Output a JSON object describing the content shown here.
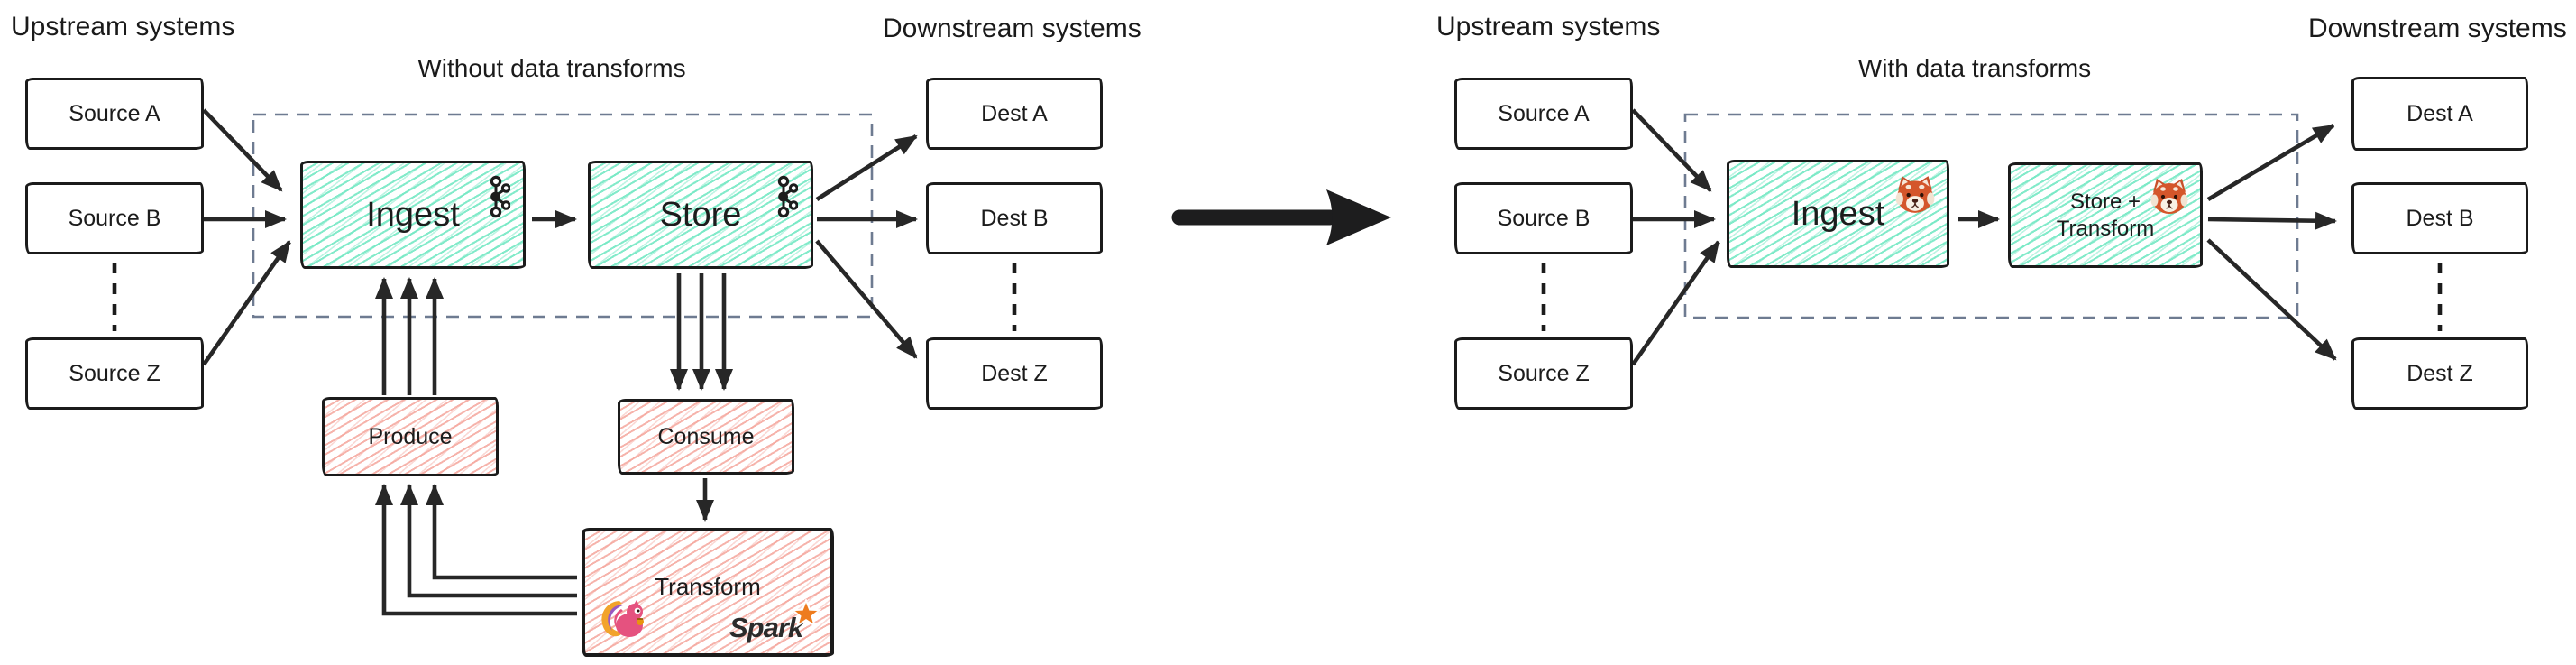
{
  "colors": {
    "teal_hatch": "#6de7c1",
    "pink_hatch": "#f2a197",
    "dashed_boundary": "#6e7b91",
    "ink": "#1d1d1d",
    "spark_orange": "#ee7c1e"
  },
  "left": {
    "upstream_label": "Upstream systems",
    "title": "Without data transforms",
    "downstream_label": "Downstream systems",
    "sources": [
      "Source A",
      "Source B",
      "Source Z"
    ],
    "dests": [
      "Dest A",
      "Dest B",
      "Dest Z"
    ],
    "ingest_label": "Ingest",
    "store_label": "Store",
    "produce_label": "Produce",
    "consume_label": "Consume",
    "transform_label": "Transform",
    "spark_label": "Spark"
  },
  "right": {
    "upstream_label": "Upstream systems",
    "title": "With data transforms",
    "downstream_label": "Downstream systems",
    "sources": [
      "Source A",
      "Source B",
      "Source Z"
    ],
    "dests": [
      "Dest A",
      "Dest B",
      "Dest Z"
    ],
    "ingest_label": "Ingest",
    "store_transform_line1": "Store +",
    "store_transform_line2": "Transform"
  },
  "icons": {
    "kafka": "kafka-logo",
    "redpanda": "redpanda-logo",
    "flink": "flink-squirrel-logo",
    "spark_star": "spark-star"
  }
}
